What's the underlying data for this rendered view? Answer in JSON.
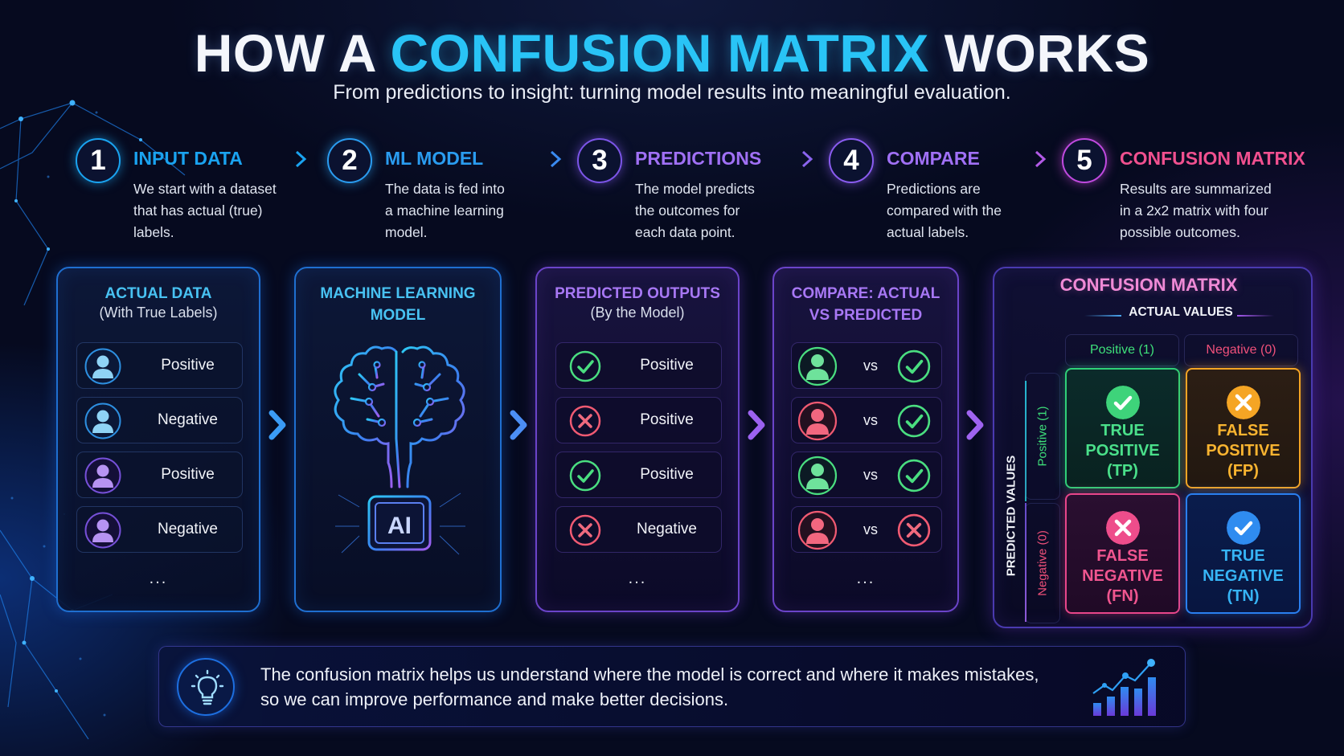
{
  "header": {
    "title_prefix": "HOW A",
    "title_accent": "CONFUSION MATRIX",
    "title_suffix": "WORKS",
    "subtitle": "From predictions to insight: turning model results into meaningful evaluation."
  },
  "colors": {
    "background": "#060a1f",
    "accent_cyan": "#29c4f6",
    "step1": "#1aa3f0",
    "step2": "#2a9cf0",
    "step3": "#a070f5",
    "step4": "#a070f5",
    "step5": "#f0508f",
    "true_positive": "#3ed37a",
    "false_positive": "#f5a524",
    "false_negative": "#ee4d8b",
    "true_negative": "#2f8cf0"
  },
  "steps": [
    {
      "number": "1",
      "title": "INPUT DATA",
      "desc": [
        "We start with a dataset",
        "that has actual (true)",
        "labels."
      ]
    },
    {
      "number": "2",
      "title": "ML MODEL",
      "desc": [
        "The data is fed into",
        "a machine learning",
        "model."
      ]
    },
    {
      "number": "3",
      "title": "PREDICTIONS",
      "desc": [
        "The model predicts",
        "the outcomes for",
        "each data point."
      ]
    },
    {
      "number": "4",
      "title": "COMPARE",
      "desc": [
        "Predictions are",
        "compared with the",
        "actual labels."
      ]
    },
    {
      "number": "5",
      "title": "CONFUSION MATRIX",
      "desc": [
        "Results are summarized",
        "in a 2x2 matrix with four",
        "possible outcomes."
      ]
    }
  ],
  "panels": {
    "actual": {
      "title": "ACTUAL DATA",
      "subtitle": "(With True Labels)",
      "rows": [
        {
          "icon": "person-icon",
          "color": "blue",
          "label": "Positive"
        },
        {
          "icon": "person-icon",
          "color": "blue",
          "label": "Negative"
        },
        {
          "icon": "person-icon",
          "color": "purple",
          "label": "Positive"
        },
        {
          "icon": "person-icon",
          "color": "purple",
          "label": "Negative"
        }
      ],
      "more": "..."
    },
    "model": {
      "title_line1": "MACHINE LEARNING",
      "title_line2": "MODEL",
      "chip_label": "AI"
    },
    "predicted": {
      "title": "PREDICTED OUTPUTS",
      "subtitle": "(By the Model)",
      "rows": [
        {
          "icon": "check-circle-icon",
          "label": "Positive"
        },
        {
          "icon": "x-circle-icon",
          "label": "Positive"
        },
        {
          "icon": "check-circle-icon",
          "label": "Positive"
        },
        {
          "icon": "x-circle-icon",
          "label": "Negative"
        }
      ],
      "more": "..."
    },
    "compare": {
      "title_line1": "COMPARE: ACTUAL",
      "title_line2": "VS PREDICTED",
      "rows": [
        {
          "actual": "green-person",
          "vs": "vs",
          "predicted": "check"
        },
        {
          "actual": "red-person",
          "vs": "vs",
          "predicted": "check"
        },
        {
          "actual": "green-person",
          "vs": "vs",
          "predicted": "check"
        },
        {
          "actual": "red-person",
          "vs": "vs",
          "predicted": "x"
        }
      ],
      "more": "..."
    }
  },
  "matrix": {
    "title": "CONFUSION MATRIX",
    "actual_axis": "ACTUAL VALUES",
    "predicted_axis": "PREDICTED VALUES",
    "col_headers": [
      "Positive (1)",
      "Negative (0)"
    ],
    "row_headers": [
      "Positive (1)",
      "Negative (0)"
    ],
    "cells": {
      "tp": [
        "TRUE",
        "POSITIVE",
        "(TP)"
      ],
      "fp": [
        "FALSE",
        "POSITIVE",
        "(FP)"
      ],
      "fn": [
        "FALSE",
        "NEGATIVE",
        "(FN)"
      ],
      "tn": [
        "TRUE",
        "NEGATIVE",
        "(TN)"
      ]
    }
  },
  "footer": {
    "line1": "The confusion matrix helps us understand where the model is correct and where it makes mistakes,",
    "line2": "so we can improve performance and make better decisions."
  }
}
